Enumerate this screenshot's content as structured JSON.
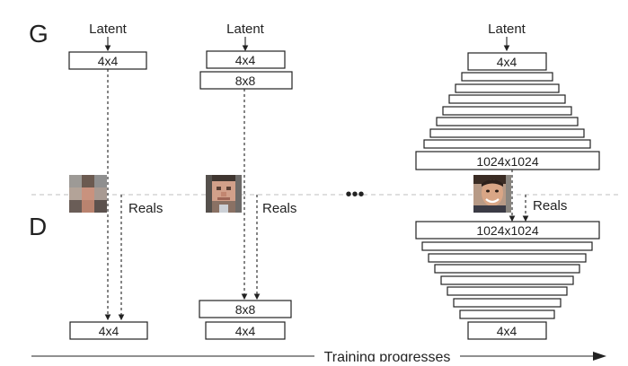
{
  "labels": {
    "generator": "G",
    "discriminator": "D",
    "latent": "Latent",
    "reals": "Reals",
    "ellipsis": "•••",
    "training": "Training progresses"
  },
  "stages": [
    {
      "g_blocks": [
        "4x4"
      ],
      "d_blocks": [
        "4x4"
      ]
    },
    {
      "g_blocks": [
        "4x4",
        "8x8"
      ],
      "d_blocks": [
        "8x8",
        "4x4"
      ]
    },
    {
      "g_blocks": [
        "4x4",
        "",
        "",
        "",
        "",
        "",
        "",
        "",
        "1024x1024"
      ],
      "d_blocks": [
        "1024x1024",
        "",
        "",
        "",
        "",
        "",
        "",
        "",
        "4x4"
      ]
    }
  ],
  "face_images": [
    "pixelated-face-4x4",
    "pixelated-face-8x8",
    "face-photo-1024x1024"
  ]
}
